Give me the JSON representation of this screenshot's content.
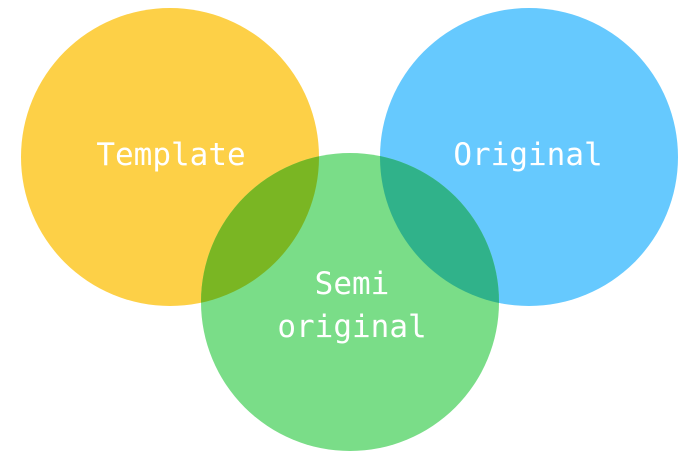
{
  "diagram": {
    "type": "venn",
    "sets": [
      {
        "id": "template",
        "label": "Template",
        "color": "#FDD047"
      },
      {
        "id": "original",
        "label": "Original",
        "color": "#66C9FE"
      },
      {
        "id": "semi",
        "label_line1": "Semi",
        "label_line2": "original",
        "color": "#7ADD88"
      }
    ],
    "overlaps": {
      "template_semi": "#7AB623",
      "original_semi": "#30B28A"
    }
  }
}
